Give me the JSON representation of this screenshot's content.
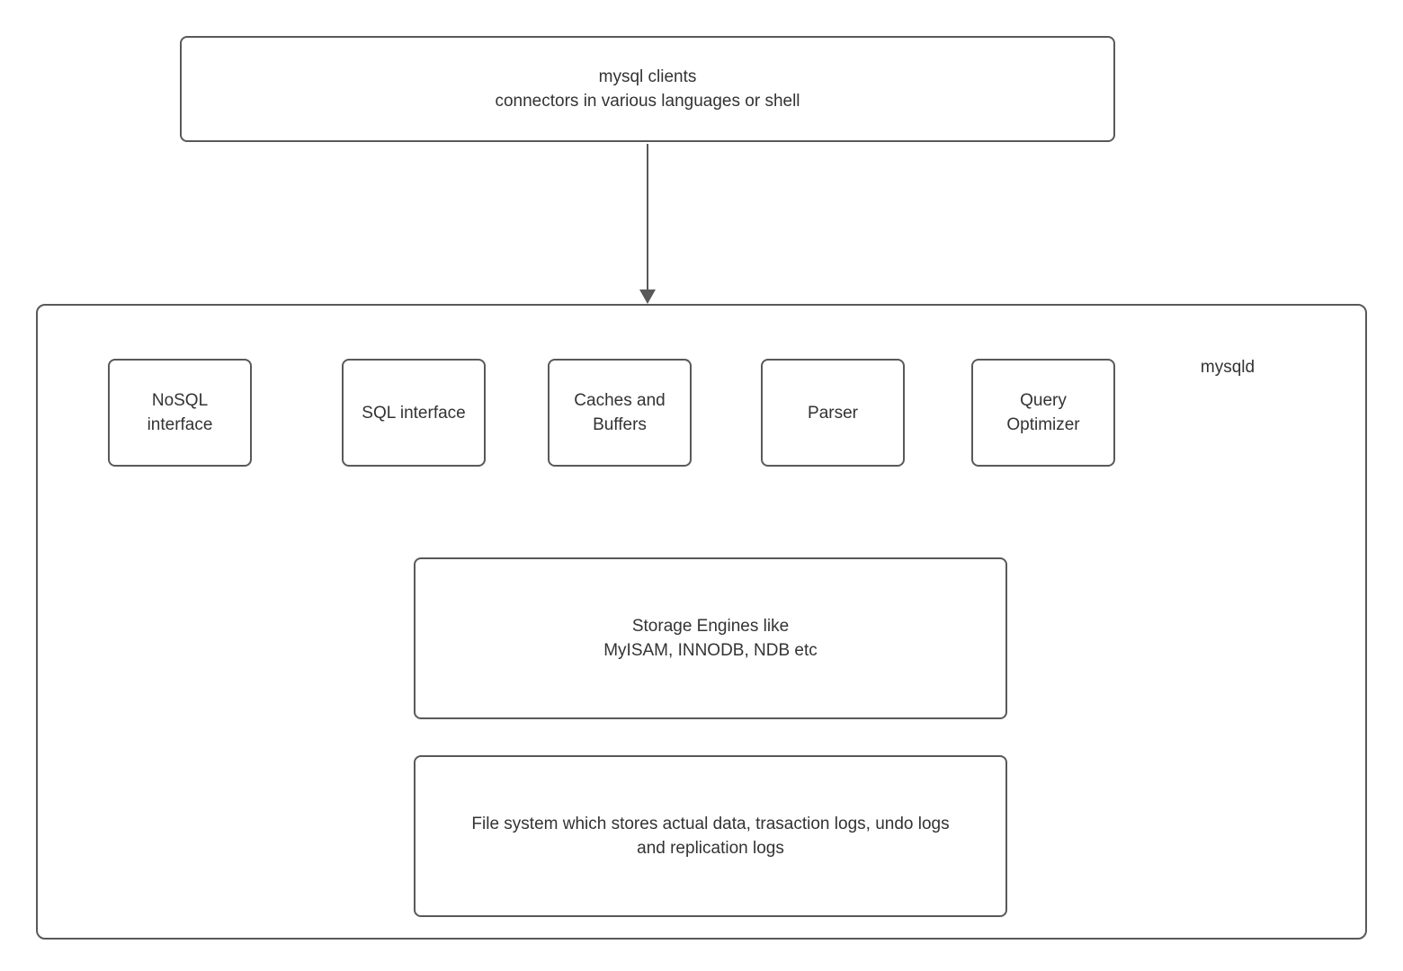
{
  "diagram": {
    "clients_box": {
      "label": "mysql clients\nconnectors in various languages or shell"
    },
    "mysqld": {
      "label": "mysqld",
      "modules": [
        {
          "label": "NoSQL\ninterface"
        },
        {
          "label": "SQL interface"
        },
        {
          "label": "Caches and\nBuffers"
        },
        {
          "label": "Parser"
        },
        {
          "label": "Query\nOptimizer"
        }
      ],
      "storage_box": {
        "label": "Storage Engines like\nMyISAM, INNODB, NDB etc"
      },
      "filesystem_box": {
        "label": "File system which stores actual data, trasaction logs, undo logs\nand replication logs"
      }
    },
    "colors": {
      "border": "#595959",
      "text": "#333333",
      "background": "#ffffff"
    }
  }
}
